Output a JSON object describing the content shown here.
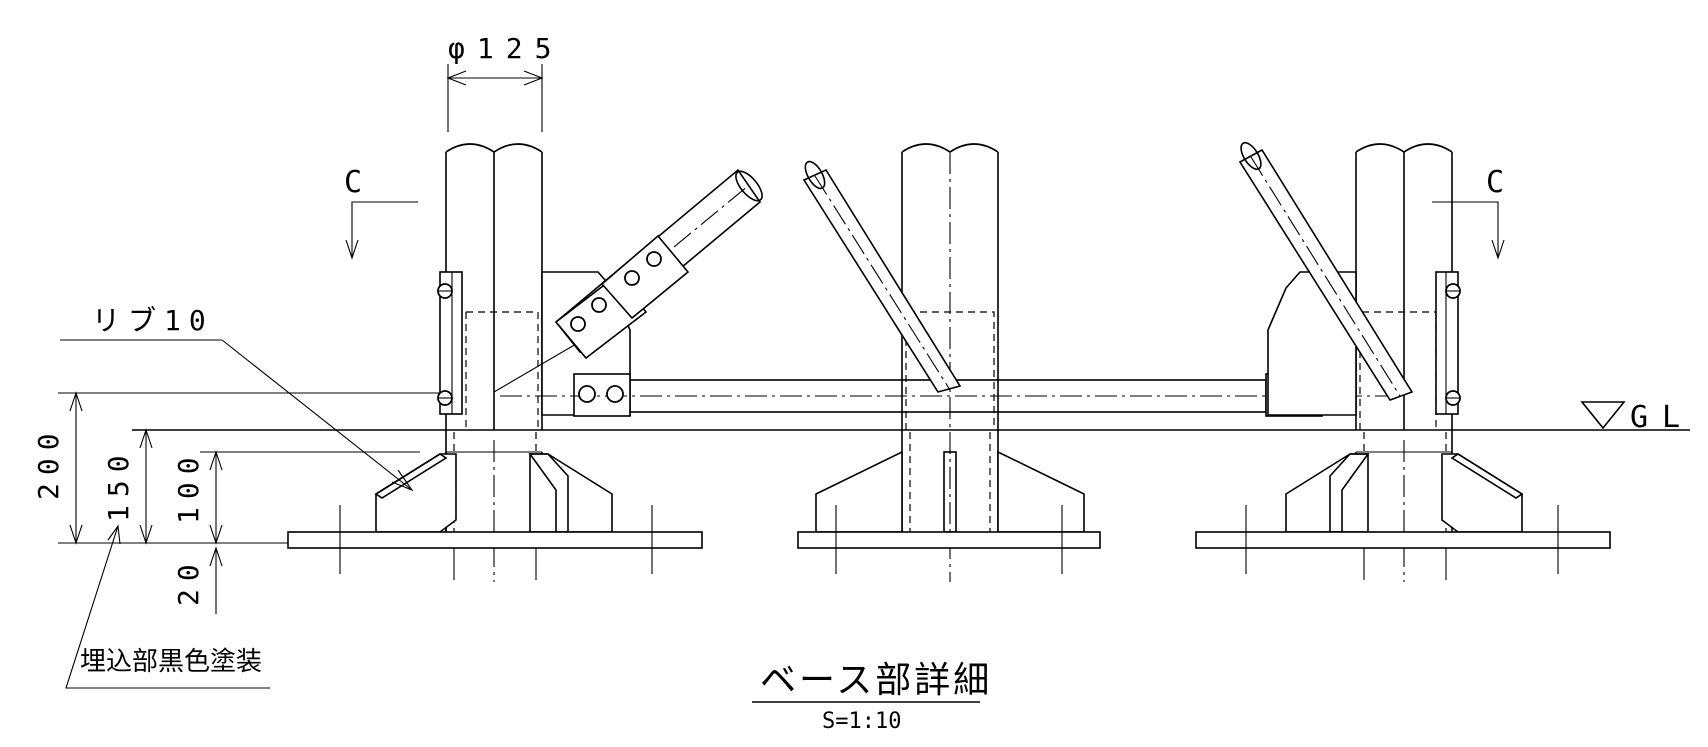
{
  "drawing": {
    "title": "ベース部詳細",
    "scale": "S=1:10",
    "section_marks": [
      "C",
      "C"
    ],
    "ground_level": "GL",
    "notes": {
      "rib": "リブ10",
      "coating": "埋込部黒色塗装"
    },
    "dimensions": {
      "pipe_diameter": "φ125",
      "d200": "200",
      "d150": "150",
      "d100": "100",
      "d20": "20"
    }
  }
}
